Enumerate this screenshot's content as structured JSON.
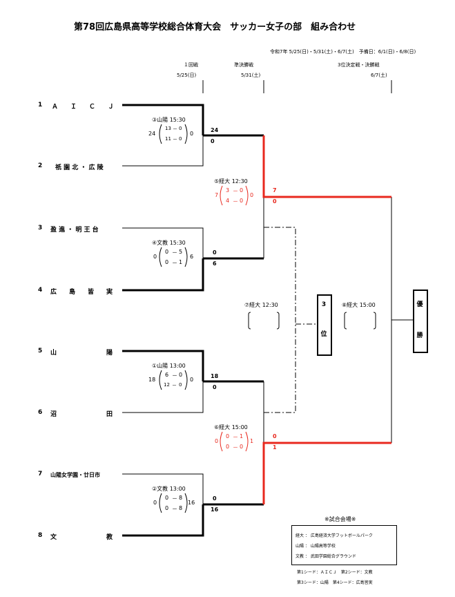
{
  "title": "第78回広島県高等学校総合体育大会　サッカー女子の部　組み合わせ",
  "dates_line": "令和7年 5/25(日)・5/31(土)・6/7(土)　予備日：6/1(日)・6/8(日)",
  "columns": {
    "r1_label": "１回戦",
    "r1_date": "5/25(日)",
    "sf_label": "準決勝戦",
    "sf_date": "5/31(土)",
    "final_label": "3位決定戦・決勝戦",
    "final_date": "6/7(土)"
  },
  "teams": [
    {
      "num": "1",
      "name": "Ａ　　Ｉ　　Ｃ　　Ｊ"
    },
    {
      "num": "2",
      "name": "祇 園 北 ・ 広 陵"
    },
    {
      "num": "3",
      "name": "盈 進 ・ 明 王 台"
    },
    {
      "num": "4",
      "name": "広　　島　　皆　　実"
    },
    {
      "num": "5",
      "name": "山　　　　　　　　陽"
    },
    {
      "num": "6",
      "name": "沼　　　　　　　　田"
    },
    {
      "num": "7",
      "name": "山陽女学園・廿日市"
    },
    {
      "num": "8",
      "name": "文　　　　　　　　教"
    }
  ],
  "matches": {
    "m1": {
      "info": "①山陽 13:00",
      "left": "18",
      "right": "0",
      "h1": "6",
      "d1": "0",
      "h2": "12",
      "d2": "0",
      "top": "18",
      "bottom": "0"
    },
    "m2": {
      "info": "②文教 13:00",
      "left": "0",
      "right": "16",
      "h1": "0",
      "d1": "8",
      "h2": "0",
      "d2": "8",
      "top": "0",
      "bottom": "16"
    },
    "m3": {
      "info": "③山陽 15:30",
      "left": "24",
      "right": "0",
      "h1": "13",
      "d1": "0",
      "h2": "11",
      "d2": "0",
      "top": "24",
      "bottom": "0"
    },
    "m4": {
      "info": "④文教 15:30",
      "left": "0",
      "right": "6",
      "h1": "0",
      "d1": "5",
      "h2": "0",
      "d2": "1",
      "top": "0",
      "bottom": "6"
    },
    "m5": {
      "info": "⑤経大 12:30",
      "left": "7",
      "right": "0",
      "h1": "3",
      "d1": "0",
      "h2": "4",
      "d2": "0",
      "top": "7",
      "bottom": "0"
    },
    "m6": {
      "info": "⑥経大 15:00",
      "left": "0",
      "right": "1",
      "h1": "0",
      "d1": "1",
      "h2": "0",
      "d2": "0",
      "top": "0",
      "bottom": "1"
    },
    "m7": {
      "info": "⑦経大 12:30"
    },
    "m8": {
      "info": "⑧経大 15:00"
    }
  },
  "dash": "－",
  "third_place": {
    "top": "3",
    "bottom": "位"
  },
  "champion": {
    "top": "優",
    "bottom": "勝"
  },
  "venues": {
    "heading": "※試合会場※",
    "items": [
      "経大 ： 広島経済大学フットボールパーク",
      "山陽 ： 山陽高等学校",
      "文教 ： 武田学園総合グラウンド"
    ]
  },
  "seeds": [
    "第1シード：ＡＩＣＪ　第2シード：文教",
    "第3シード：山陽　第4シード：広島皆実"
  ],
  "colors": {
    "win": "#000000",
    "red": "#e8281e"
  }
}
